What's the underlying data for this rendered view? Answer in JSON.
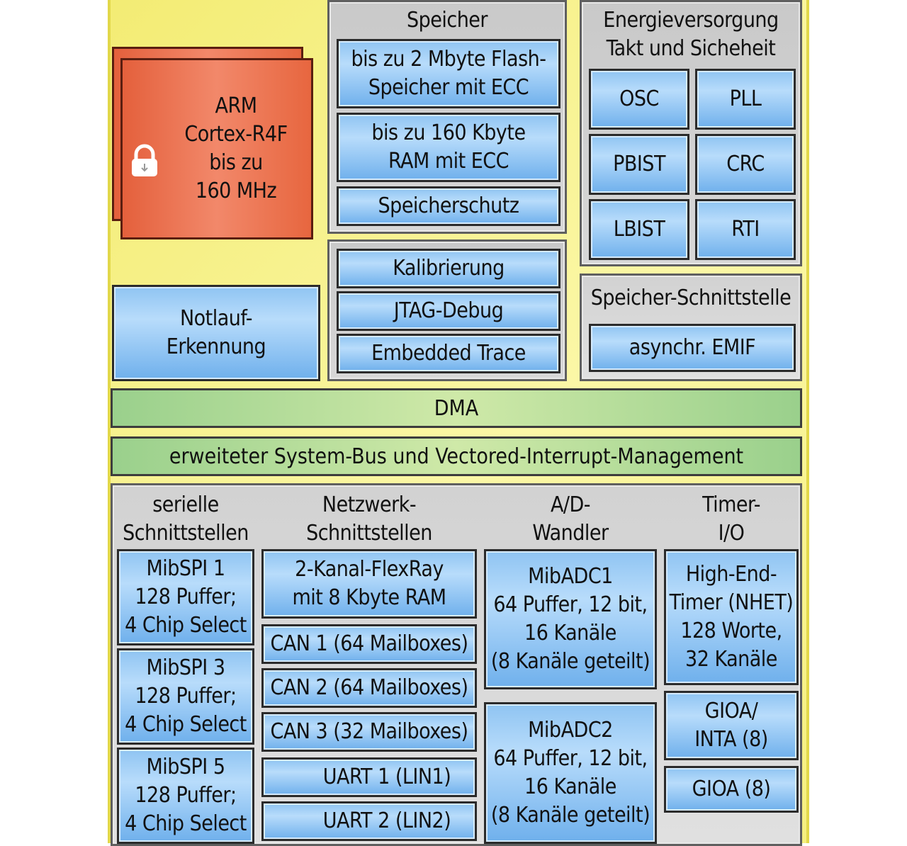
{
  "cpu": {
    "label": "ARM\nCortex-R4F\nbis zu\n160 MHz"
  },
  "memory": {
    "title": "Speicher",
    "flash": "bis zu 2 Mbyte Flash-\nSpeicher mit ECC",
    "ram": "bis zu 160 Kbyte\nRAM mit ECC",
    "protection": "Speicherschutz"
  },
  "power": {
    "title": "Energieversorgung\nTakt und Sicheheit",
    "blocks": [
      "OSC",
      "PLL",
      "PBIST",
      "CRC",
      "LBIST",
      "RTI"
    ]
  },
  "debug": {
    "items": [
      "Kalibrierung",
      "JTAG-Debug",
      "Embedded Trace"
    ]
  },
  "watchdog": {
    "label": "Notlauf-\nErkennung"
  },
  "ext_memory": {
    "title": "Speicher-Schnittstelle",
    "emif": "asynchr. EMIF"
  },
  "dma": "DMA",
  "bus": "erweiteter System-Bus und Vectored-Interrupt-Management",
  "serial": {
    "title": "serielle\nSchnittstellen",
    "items": [
      "MibSPI 1\n128 Puffer;\n4 Chip Select",
      "MibSPI 3\n128 Puffer;\n4 Chip Select",
      "MibSPI 5\n128 Puffer;\n4 Chip Select"
    ]
  },
  "network": {
    "title": "Netzwerk-\nSchnittstellen",
    "items": [
      "2-Kanal-FlexRay\nmit 8 Kbyte RAM",
      "CAN 1 (64 Mailboxes)",
      "CAN 2 (64 Mailboxes)",
      "CAN 3 (32 Mailboxes)",
      "UART 1 (LIN1)",
      "UART 2 (LIN2)"
    ]
  },
  "adc": {
    "title": "A/D-\nWandler",
    "items": [
      "MibADC1\n64 Puffer, 12 bit,\n16 Kanäle\n(8 Kanäle geteilt)",
      "MibADC2\n64 Puffer, 12 bit,\n16 Kanäle\n(8 Kanäle geteilt)"
    ]
  },
  "timer": {
    "title": "Timer-\nI/O",
    "items": [
      "High-End-\nTimer (NHET)\n128 Worte,\n32 Kanäle",
      "GIOA/\nINTA (8)",
      "GIOA (8)"
    ]
  }
}
